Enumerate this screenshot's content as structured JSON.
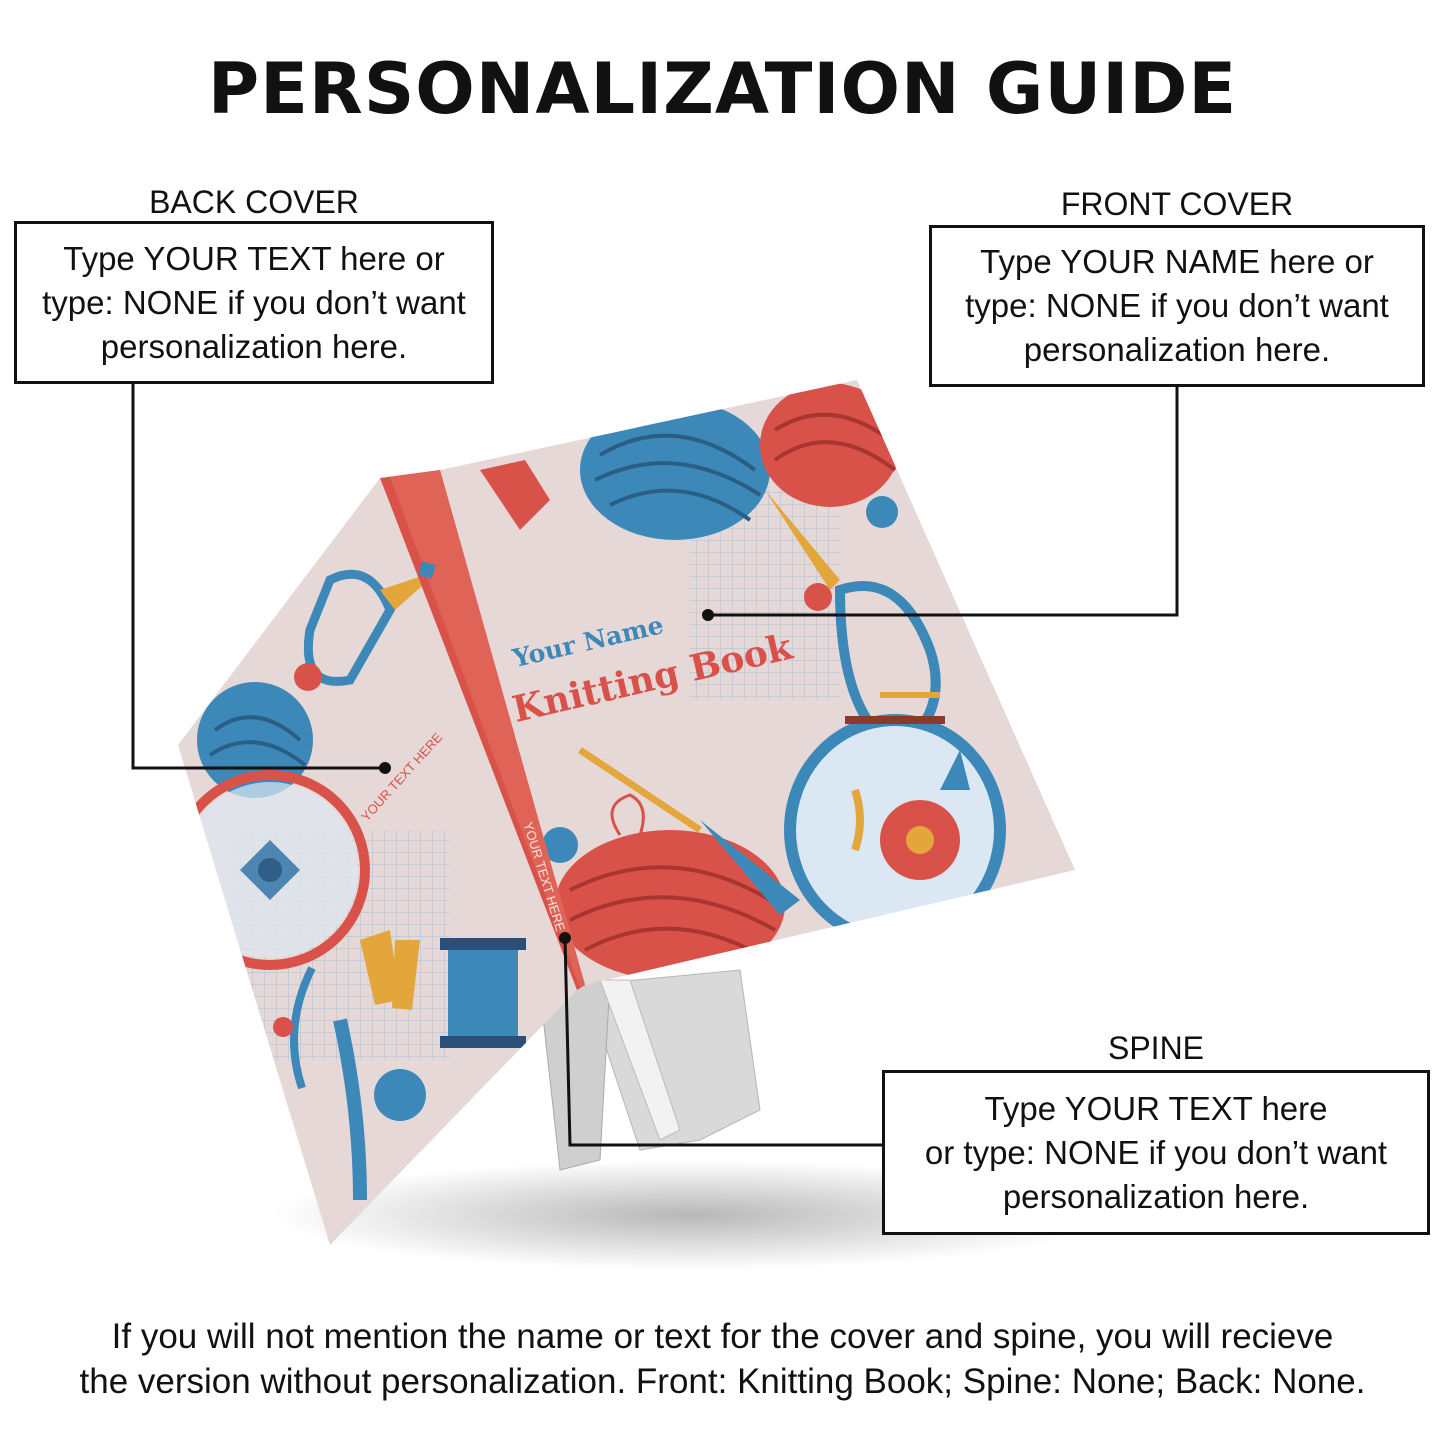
{
  "title": "PERSONALIZATION GUIDE",
  "back_cover": {
    "label": "BACK COVER",
    "lines": [
      "Type YOUR TEXT here or",
      "type: NONE if you don’t want",
      "personalization here."
    ]
  },
  "front_cover": {
    "label": "FRONT COVER",
    "lines": [
      "Type YOUR NAME here or",
      "type: NONE if you don’t want",
      "personalization here."
    ]
  },
  "spine": {
    "label": "SPINE",
    "lines": [
      "Type YOUR TEXT here",
      "or type: NONE if you don’t want",
      "personalization here."
    ]
  },
  "book": {
    "front_name": "Your Name",
    "front_title": "Knitting Book",
    "back_text": "YOUR TEXT HERE",
    "spine_text": "YOUR TEXT HERE"
  },
  "footer": {
    "line1": "If you will not mention the name or text for the cover and spine, you will recieve",
    "line2": "the version without personalization. Front: Knitting Book; Spine: None; Back: None."
  },
  "colors": {
    "cover": "#e6d8d6",
    "red": "#d8524a",
    "blue": "#3c88b8",
    "yellow": "#e3a63a",
    "grid": "#a9c3d9"
  }
}
